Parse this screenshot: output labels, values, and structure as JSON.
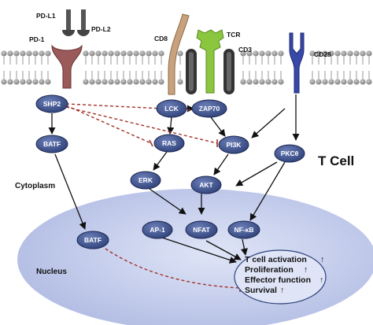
{
  "title": "T Cell",
  "receptors": {
    "pdl1": "PD-L1",
    "pdl2": "PD-L2",
    "pd1": "PD-1",
    "cd8": "CD8",
    "tcr": "TCR",
    "cd3": "CD3",
    "cd28": "CD28"
  },
  "regions": {
    "cytoplasm": "Cytoplasm",
    "nucleus": "Nucleus"
  },
  "nodes": {
    "shp2": "SHP2",
    "batf_cyto": "BATF",
    "lck": "LCK",
    "zap70": "ZAP70",
    "ras": "RAS",
    "pi3k": "PI3K",
    "pkc": "PKCθ",
    "erk": "ERK",
    "akt": "AKT",
    "batf_nuc": "BATF",
    "ap1": "AP-1",
    "nfat": "NFAT",
    "nfkb": "NF-κB"
  },
  "outcomes": [
    "T cell activation",
    "Proliferation",
    "Effector function",
    "Survival"
  ],
  "outcome_arrow": "↑",
  "colors": {
    "node_fill": "#3a4f86",
    "node_stroke": "#1c2750",
    "nucleus_fill": "#c9d2ee",
    "inhibit": "#a3322a",
    "membrane_head": "#8a8a8a",
    "cd28_fill": "#3848a8",
    "tcr_fill": "#8bc63f",
    "cd8_fill": "#c8a27c",
    "pd1_fill": "#9a5a5a"
  }
}
